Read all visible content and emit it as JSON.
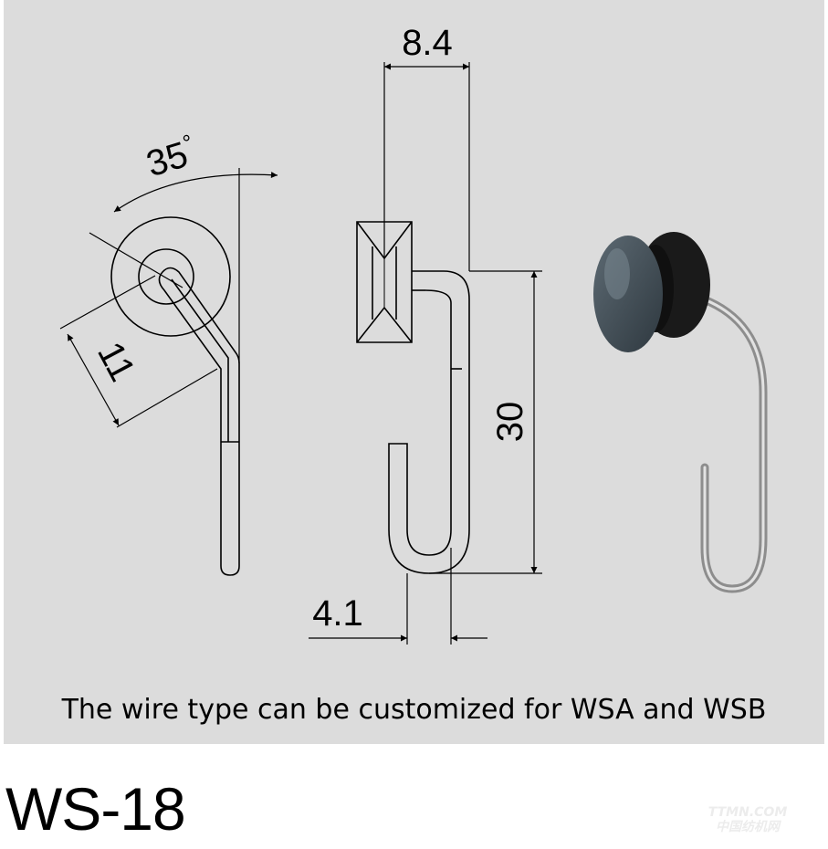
{
  "drawing": {
    "dimensions": {
      "width_top": "8.4",
      "angle": "35",
      "degree_symbol": "°",
      "offset_left": "11",
      "height_right": "30",
      "width_bottom": "4.1"
    },
    "colors": {
      "line": "#000000",
      "panel": "#dcdcdc",
      "knob_cap": "#3f4a52",
      "knob_body": "#1a1a1a",
      "wire": "#9a9a9a"
    }
  },
  "caption": "The wire type can be customized for WSA and WSB",
  "model": "WS-18",
  "watermark": {
    "line1": "TTMN.COM",
    "line2": "中国纺机网"
  }
}
